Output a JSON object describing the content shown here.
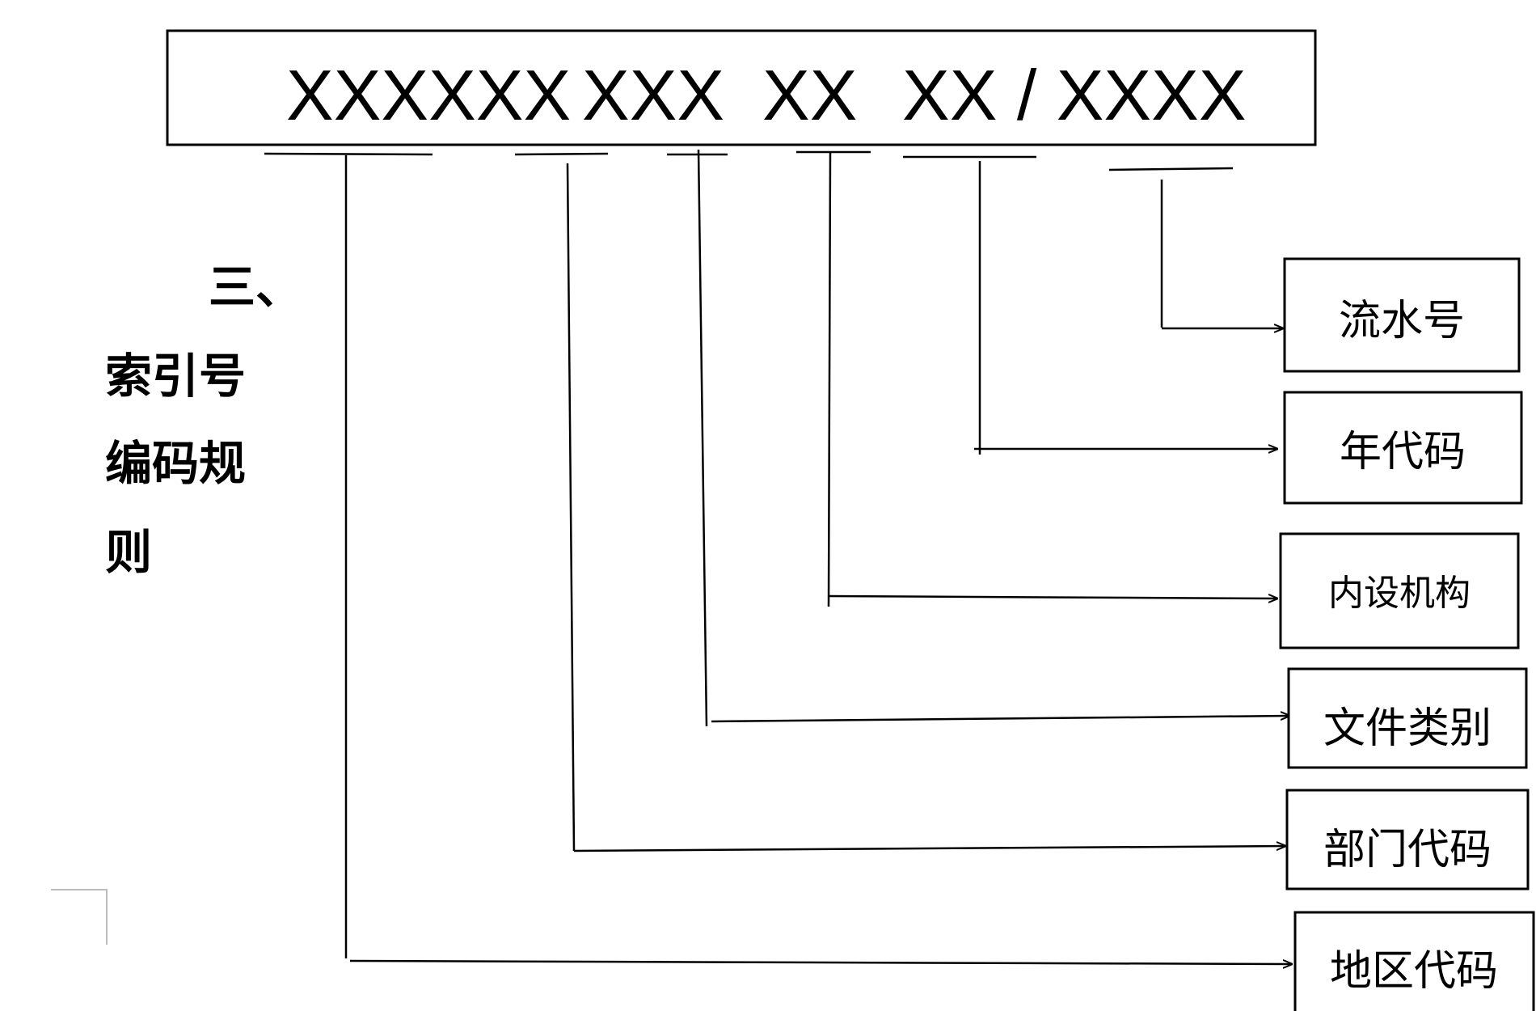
{
  "code": {
    "segments": [
      "XXXXXX",
      "XXX",
      "XX",
      "XX / XXXX"
    ]
  },
  "heading": {
    "number": "三、",
    "lines": [
      "索引号",
      "编码规",
      "则"
    ]
  },
  "labels": {
    "serial": "流水号",
    "year": "年代码",
    "internal": "内设机构",
    "category": "文件类别",
    "department": "部门代码",
    "region": "地区代码"
  }
}
